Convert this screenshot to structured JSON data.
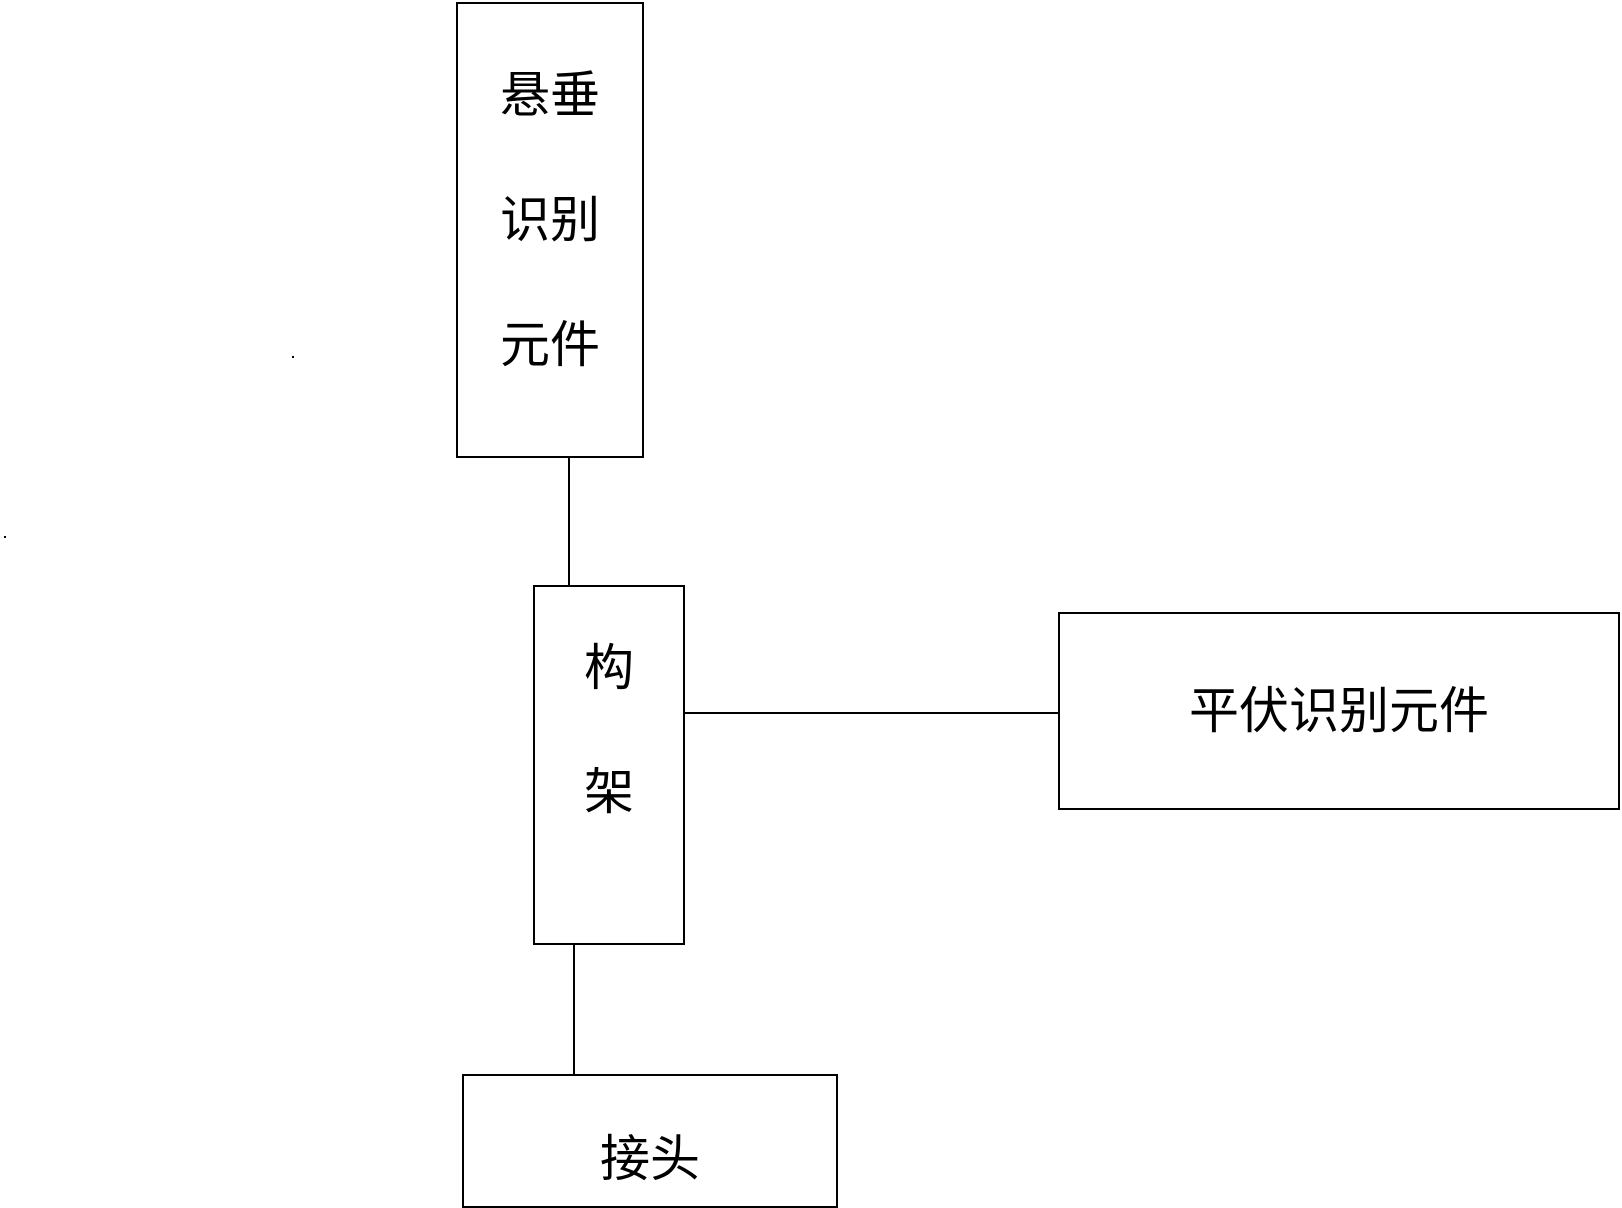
{
  "diagram": {
    "vertical_element": {
      "lines": [
        "悬垂",
        "识别",
        "元件"
      ]
    },
    "frame": {
      "lines": [
        "构",
        "架"
      ]
    },
    "horizontal_element": {
      "label": "平伏识别元件"
    },
    "connector": {
      "label": "接头"
    }
  }
}
